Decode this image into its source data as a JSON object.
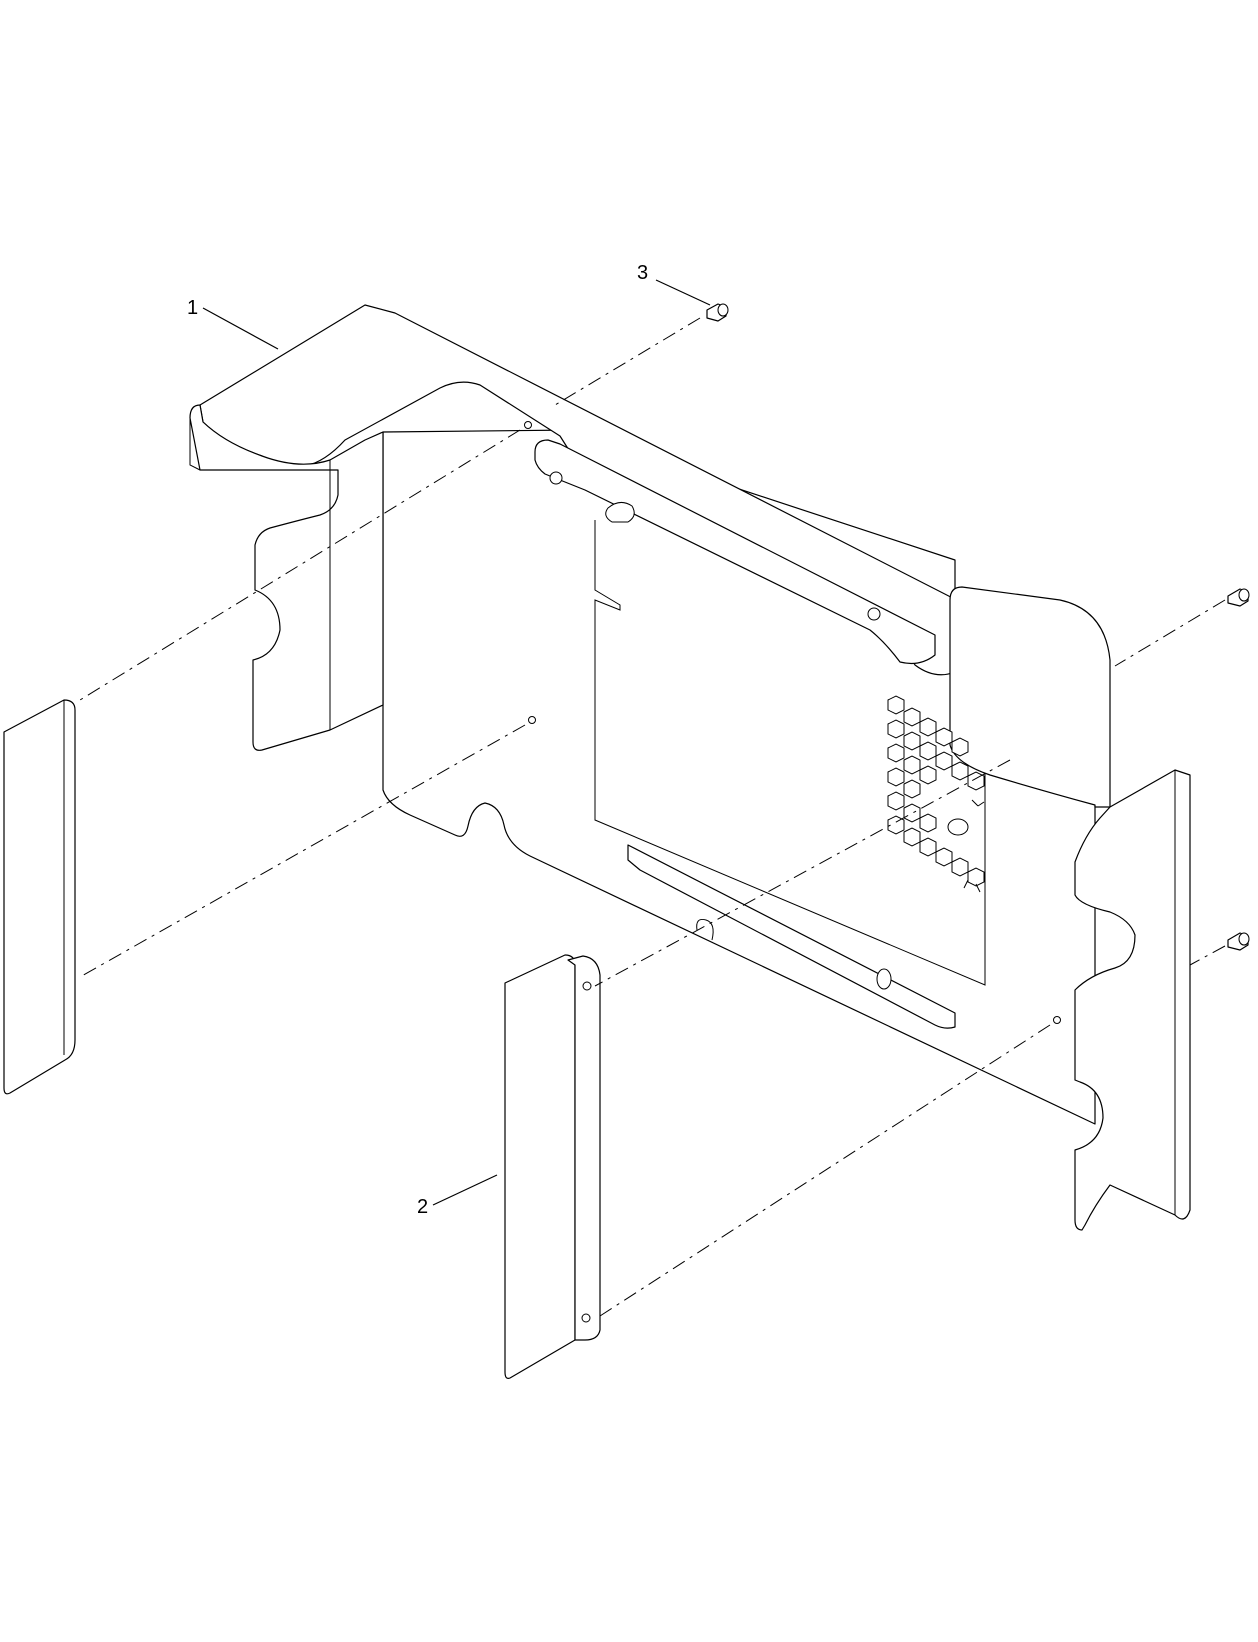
{
  "callouts": {
    "item1": "1",
    "item2": "2",
    "item3": "3"
  }
}
